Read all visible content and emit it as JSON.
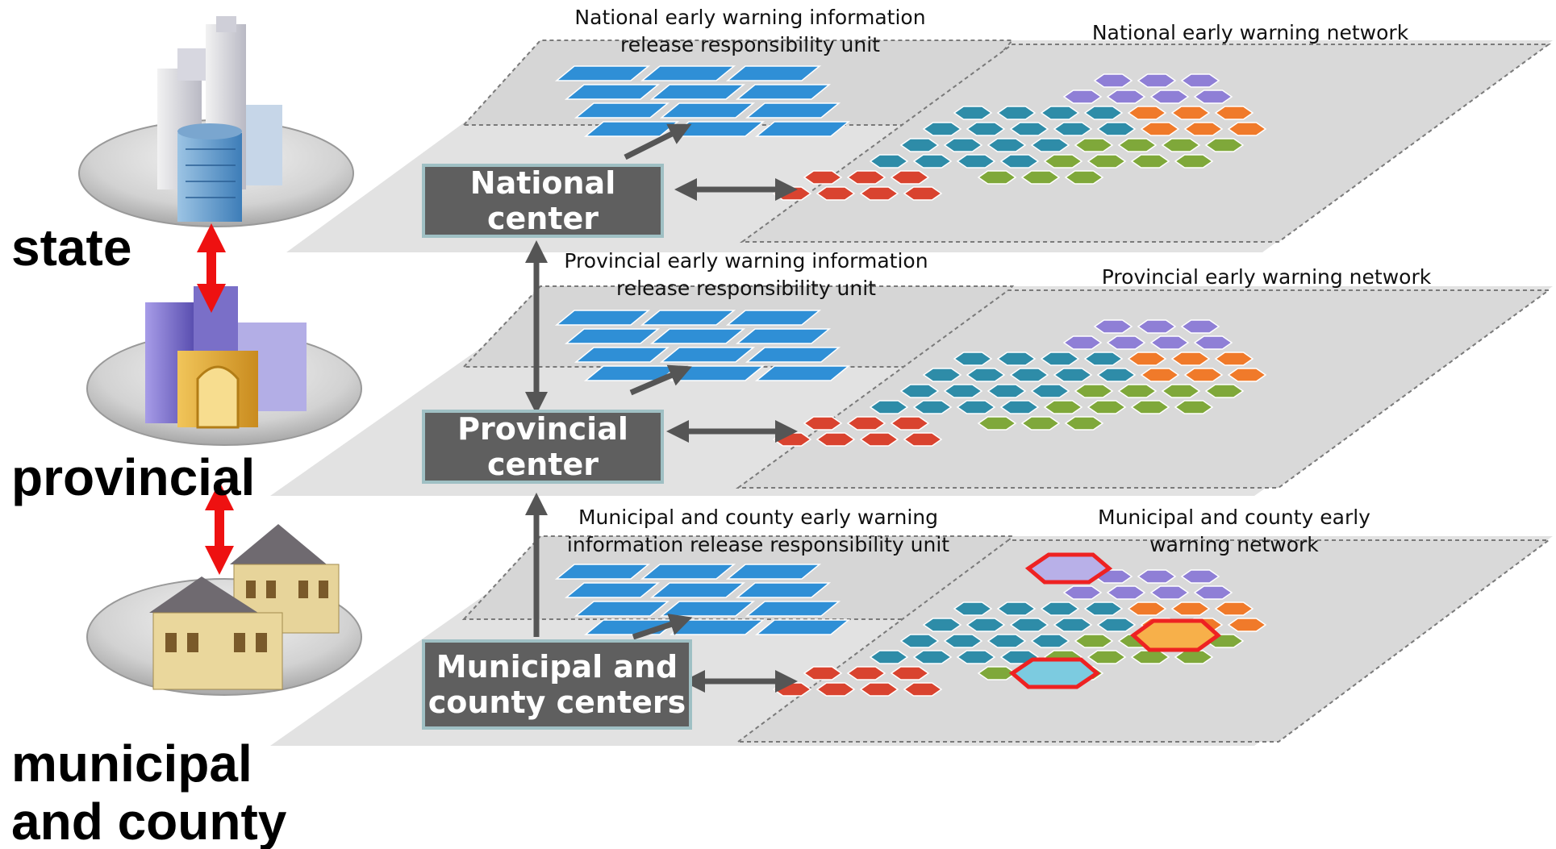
{
  "levels": {
    "state": "state",
    "provincial": "provincial",
    "municipal_line1": "municipal",
    "municipal_line2": "and county"
  },
  "centers": {
    "national": {
      "line1": "National",
      "line2": "center"
    },
    "provincial": {
      "line1": "Provincial",
      "line2": "center"
    },
    "municipal": {
      "line1": "Municipal and",
      "line2": "county centers"
    }
  },
  "captions": {
    "national_unit": {
      "line1": "National early warning information",
      "line2": "release responsibility unit"
    },
    "national_network": {
      "line1": "National early warning network"
    },
    "provincial_unit": {
      "line1": "Provincial early warning information",
      "line2": "release responsibility unit"
    },
    "provincial_network": {
      "line1": "Provincial early warning network"
    },
    "municipal_unit": {
      "line1": "Municipal and county early warning",
      "line2": "information release responsibility unit"
    },
    "municipal_network": {
      "line1": "Municipal and county early",
      "line2": "warning network"
    }
  },
  "colors": {
    "platform": "#e2e2e2",
    "tile_blue": "#2f8fd6",
    "hex_purple": "#8f7fd6",
    "hex_teal": "#2e8ca8",
    "hex_orange": "#f07a2a",
    "hex_green": "#7fa83a",
    "hex_red": "#d9432f",
    "connector_arrow": "#555555",
    "hierarchy_arrow": "#ee1111",
    "center_box": "#5f5f5f",
    "center_box_border": "#9fc0c4"
  },
  "icons": [
    "office-tower-icon",
    "city-buildings-icon",
    "townhouse-icon"
  ]
}
